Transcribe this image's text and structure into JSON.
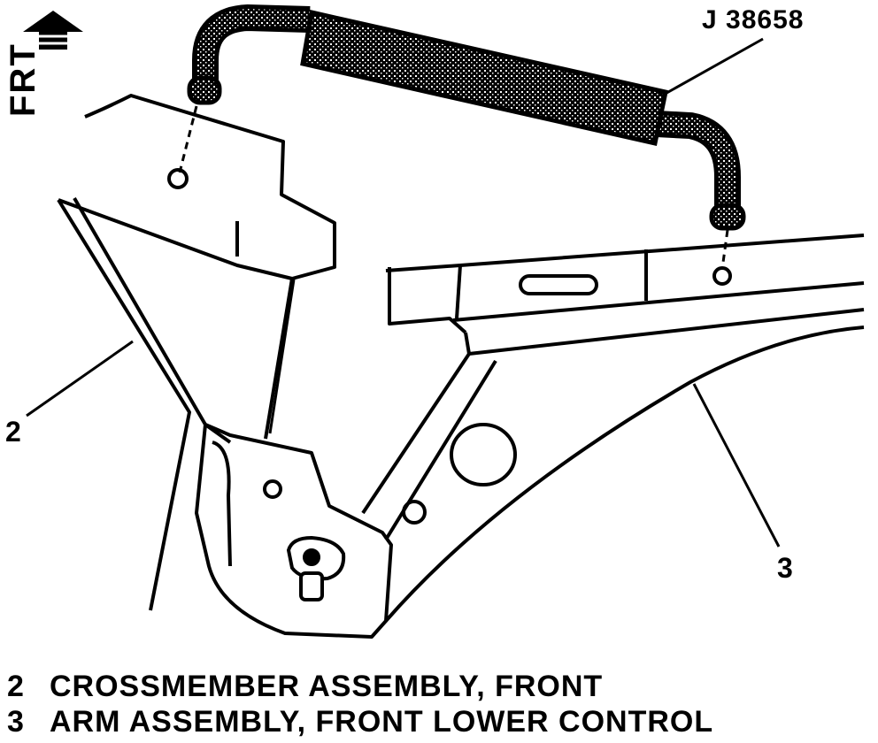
{
  "tool_label": "J 38658",
  "frt_label": "FRT",
  "callouts": {
    "crossmember": "2",
    "control_arm": "3"
  },
  "legend": [
    {
      "number": "2",
      "text": "CROSSMEMBER ASSEMBLY, FRONT"
    },
    {
      "number": "3",
      "text": "ARM ASSEMBLY, FRONT LOWER CONTROL"
    }
  ],
  "colors": {
    "ink": "#000000",
    "paper": "#ffffff"
  }
}
